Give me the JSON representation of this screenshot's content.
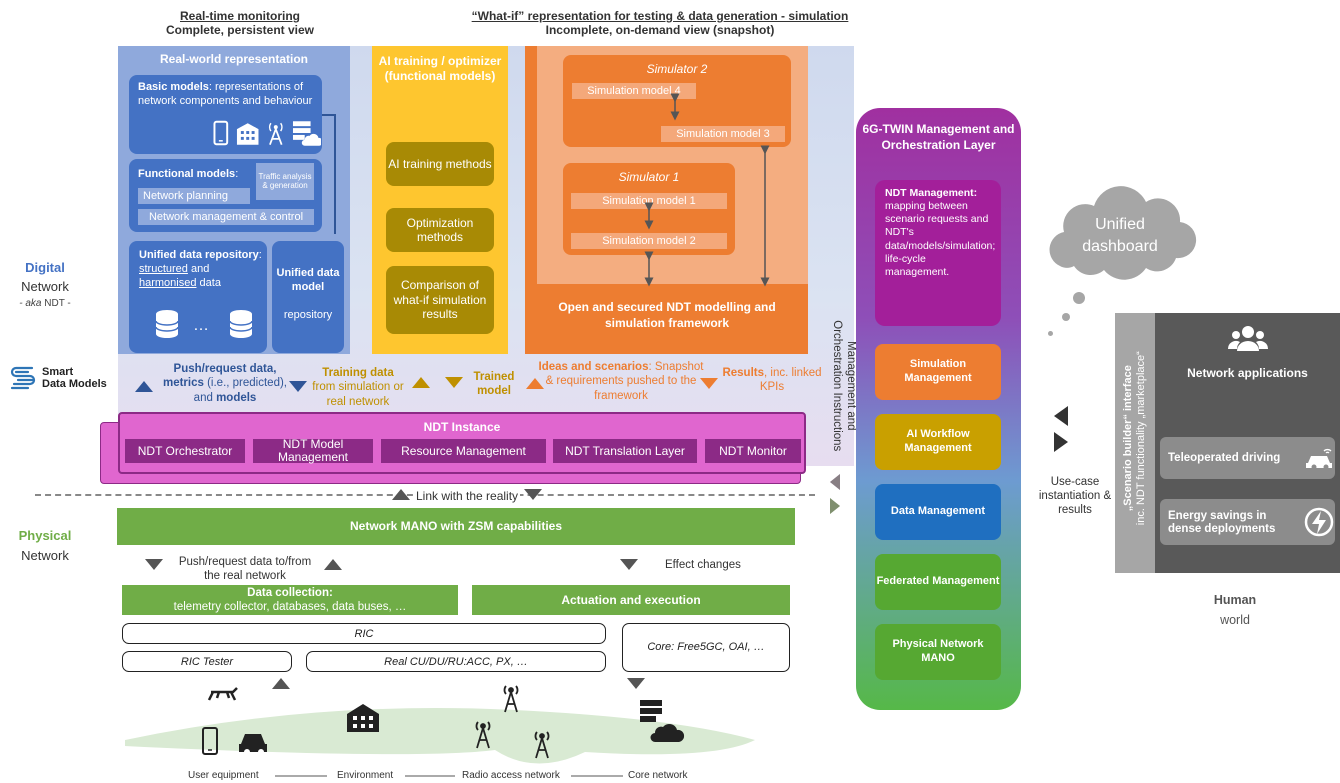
{
  "top": {
    "realtime_title": "Real-time monitoring",
    "realtime_sub": "Complete, persistent view",
    "whatif_title": "“What-if” representation for testing & data generation - simulation",
    "whatif_sub": "Incomplete, on-demand view (snapshot)"
  },
  "left_labels": {
    "digital": "Digital",
    "digital_network": "Network",
    "aka_prefix": "- aka",
    "aka_suffix": "NDT -",
    "smart": "Smart",
    "data_models": "Data Models",
    "physical": "Physical",
    "physical_network": "Network"
  },
  "realworld": {
    "title": "Real-world representation",
    "basic_bold": "Basic models",
    "basic_text": ": representations of network components and behaviour",
    "functional_bold": "Functional models",
    "functional_colon": ":",
    "traffic": "Traffic analysis & generation",
    "network_planning": "Network planning",
    "network_mgmt": "Network management & control",
    "repo_bold": "Unified data repository",
    "repo_mid": ": ",
    "repo_structured": "structured",
    "repo_and": " and ",
    "repo_harmonised": "harmonised",
    "repo_end": " data",
    "ellipsis": "…",
    "udm_bold": "Unified data model",
    "udm_text": "repository"
  },
  "ai": {
    "title": "AI training / optimizer (functional models)",
    "items": [
      "AI training methods",
      "Optimization methods",
      "Comparison of what-if simulation results"
    ]
  },
  "sim": {
    "sim2": "Simulator 2",
    "sm4": "Simulation model 4",
    "sm3": "Simulation model 3",
    "sim1": "Simulator 1",
    "sm1": "Simulation model 1",
    "sm2": "Simulation model 2",
    "framework": "Open and secured NDT modelling and simulation framework"
  },
  "flows": {
    "push_bold": "Push/request data,",
    "metrics_bold": "metrics",
    "metrics_rest": " (i.e., predicted),",
    "and_text": "and ",
    "models_bold": "models",
    "training_bold": "Training data",
    "training_rest": "from simulation or real network",
    "trained": "Trained model",
    "ideas_bold": "Ideas and scenarios",
    "ideas_rest": ": Snapshot & requirements pushed to the framework",
    "results_bold": "Results",
    "results_rest": ", inc. linked KPIs"
  },
  "ndt_instance": {
    "title": "NDT Instance",
    "items": [
      "NDT Orchestrator",
      "NDT Model Management",
      "Resource Management",
      "NDT Translation Layer",
      "NDT Monitor"
    ]
  },
  "mgmt_instr": "Management and Orchestration Instructions",
  "link_reality": "Link with the reality",
  "mano": "Network MANO with ZSM capabilities",
  "push_real": "Push/request data to/from the real network",
  "effect": "Effect changes",
  "data_collection_bold": "Data collection:",
  "data_collection_rest": "telemetry collector, databases, data buses, …",
  "actuation": "Actuation and execution",
  "ric": "RIC",
  "ric_tester": "RIC Tester",
  "real_cu": "Real CU/DU/RU:ACC, PX, …",
  "core": "Core: Free5GC, OAI, …",
  "bottom_labels": [
    "User equipment",
    "Environment",
    "Radio access network",
    "Core network"
  ],
  "layer": {
    "title": "6G-TWIN Management and Orchestration Layer",
    "ndt_mgmt_bold": "NDT Management:",
    "ndt_mgmt_text": "mapping between scenario requests and NDT's data/models/simulation; life-cycle management.",
    "boxes": [
      {
        "label": "Simulation Management",
        "color": "#ed7d31"
      },
      {
        "label": "AI Workflow Management",
        "color": "#c9a000"
      },
      {
        "label": "Data Management",
        "color": "#1f6fc0"
      },
      {
        "label": "Federated Management",
        "color": "#56a832"
      },
      {
        "label": "Physical Network MANO",
        "color": "#56a832"
      }
    ]
  },
  "dashboard": "Unified dashboard",
  "usecase": "Use-case instantiation & results",
  "apps": {
    "vertical_main": "„Scenario builder“ interface",
    "vertical_sub": "inc. NDT functionality „marketplace“",
    "title": "Network applications",
    "teleop": "Teleoperated driving",
    "energy": "Energy savings in dense deployments"
  },
  "human": "Human",
  "world": "world"
}
